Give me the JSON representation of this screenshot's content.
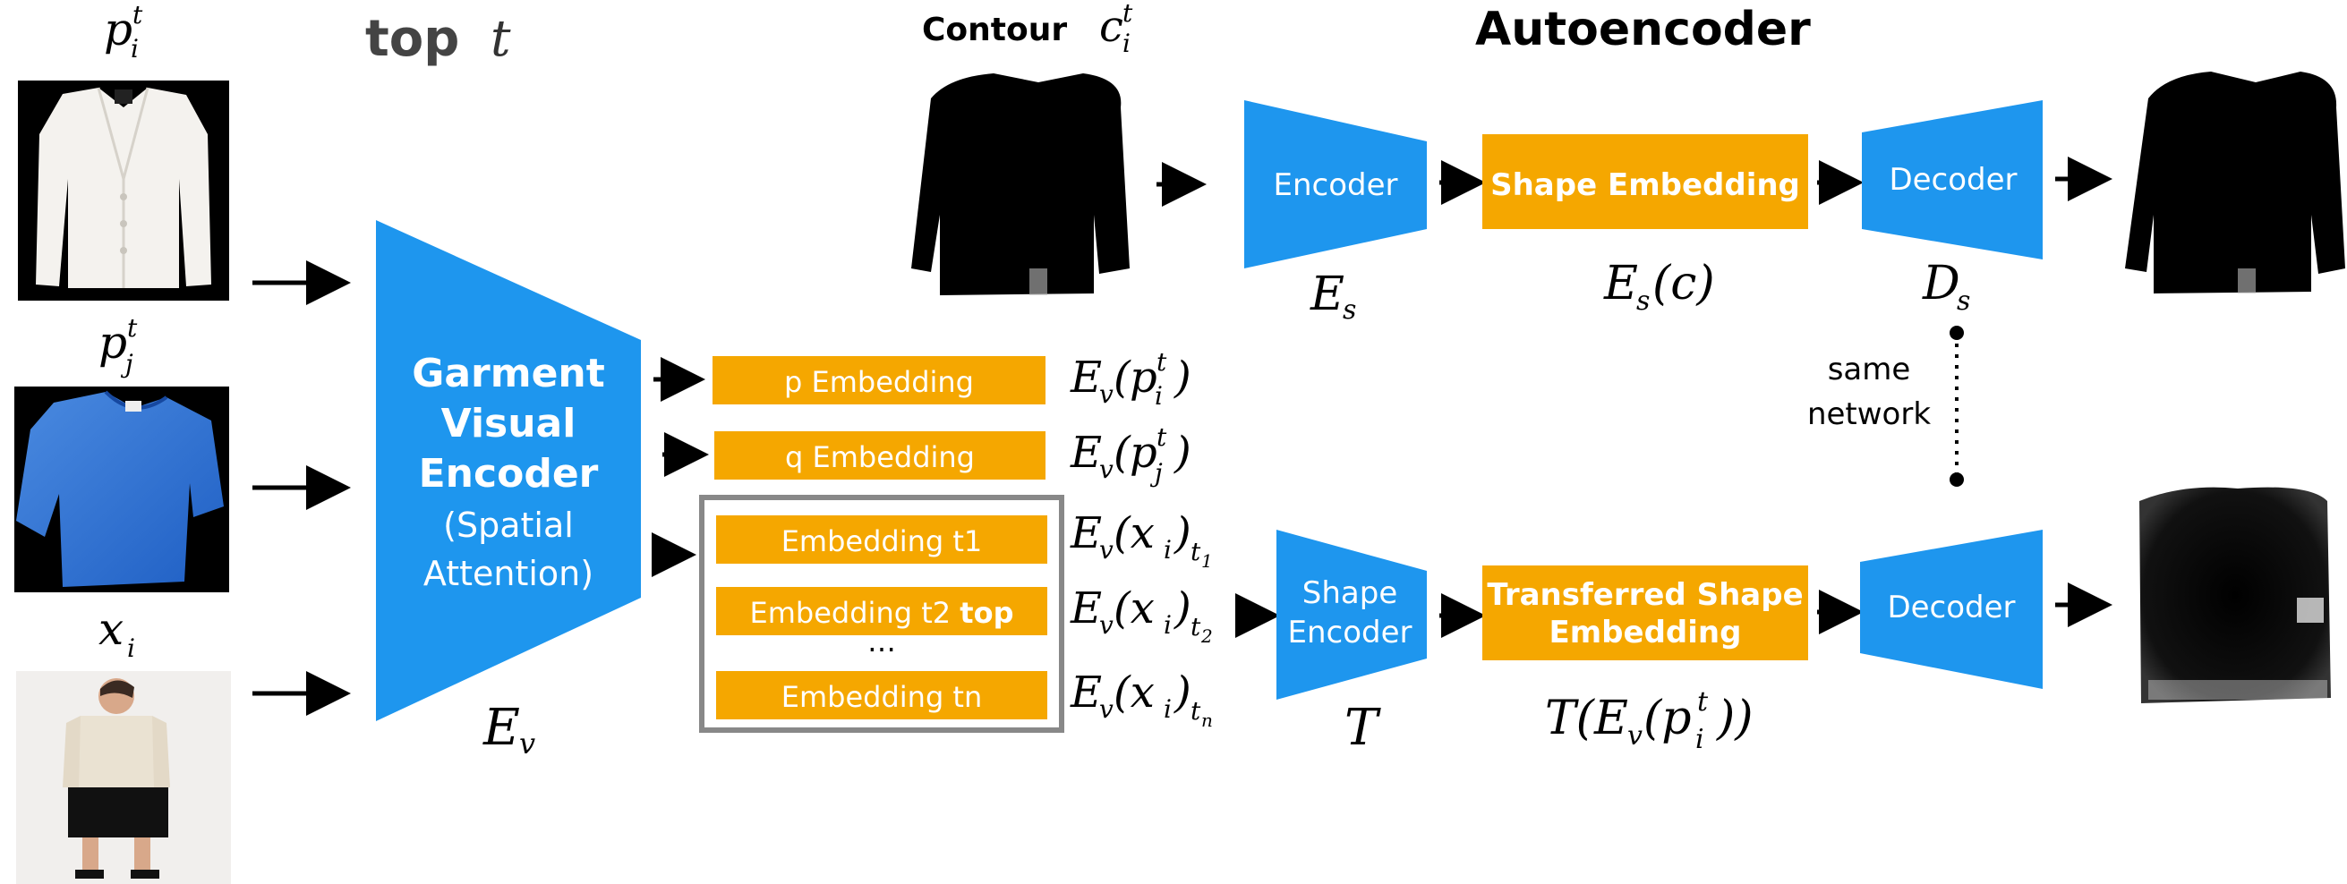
{
  "header": {
    "top_word": "top",
    "top_var": "t",
    "contour_word": "Contour",
    "contour_var": "c",
    "contour_sub": "i",
    "contour_sup": "t",
    "autoencoder_title": "Autoencoder"
  },
  "inputs": {
    "pi_base": "p",
    "pi_sub": "i",
    "pi_sup": "t",
    "pj_base": "p",
    "pj_sub": "j",
    "pj_sup": "t",
    "x_base": "x",
    "x_sub": "i"
  },
  "visual_encoder": {
    "line1": "Garment",
    "line2": "Visual",
    "line3": "Encoder",
    "line4": "(Spatial",
    "line5": "Attention)",
    "symbol_base": "E",
    "symbol_sub": "v"
  },
  "embeddings": {
    "p_label": "p Embedding",
    "q_label": "q Embedding",
    "t1_label": "Embedding t1",
    "t2_label": "Embedding t2",
    "t2_bold": "top",
    "dots": "…",
    "tn_label": "Embedding tn"
  },
  "embedding_math": {
    "p": {
      "pre": "E",
      "sub": "v",
      "open": "(",
      "base": "p",
      "b_sub": "i",
      "b_sup": "t",
      "close": ")"
    },
    "q": {
      "pre": "E",
      "sub": "v",
      "open": "(",
      "base": "p",
      "b_sub": "j",
      "b_sup": "t",
      "close": ")"
    },
    "t1": {
      "pre": "E",
      "sub": "v",
      "body": "(x",
      "body_sub": "i",
      "close": ")",
      "tsub": "t",
      "tsub_sub": "1"
    },
    "t2": {
      "pre": "E",
      "sub": "v",
      "body": "(x",
      "body_sub": "i",
      "close": ")",
      "tsub": "t",
      "tsub_sub": "2"
    },
    "tn": {
      "pre": "E",
      "sub": "v",
      "body": "(x",
      "body_sub": "i",
      "close": ")",
      "tsub": "t",
      "tsub_sub": "n"
    }
  },
  "autoencoder": {
    "encoder_label": "Encoder",
    "encoder_sym": "E",
    "encoder_sym_sub": "s",
    "shape_embedding_label": "Shape Embedding",
    "shape_embedding_math": "E",
    "shape_embedding_math_sub": "s",
    "shape_embedding_math_arg": "(c)",
    "decoder_label": "Decoder",
    "decoder_sym": "D",
    "decoder_sym_sub": "s"
  },
  "same_network": {
    "line1": "same",
    "line2": "network"
  },
  "transfer": {
    "shape_encoder_line1": "Shape",
    "shape_encoder_line2": "Encoder",
    "shape_encoder_sym": "T",
    "transferred_line1": "Transferred Shape",
    "transferred_line2": "Embedding",
    "transferred_math_pre": "T(E",
    "transferred_math_sub": "v",
    "transferred_math_mid": "(p",
    "transferred_math_b_sub": "i",
    "transferred_math_b_sup": "t",
    "transferred_math_close": "))",
    "decoder_label": "Decoder"
  },
  "colors": {
    "blue": "#1e96ee",
    "orange": "#f5a700",
    "box_border": "#888888",
    "arrow": "#000000"
  }
}
